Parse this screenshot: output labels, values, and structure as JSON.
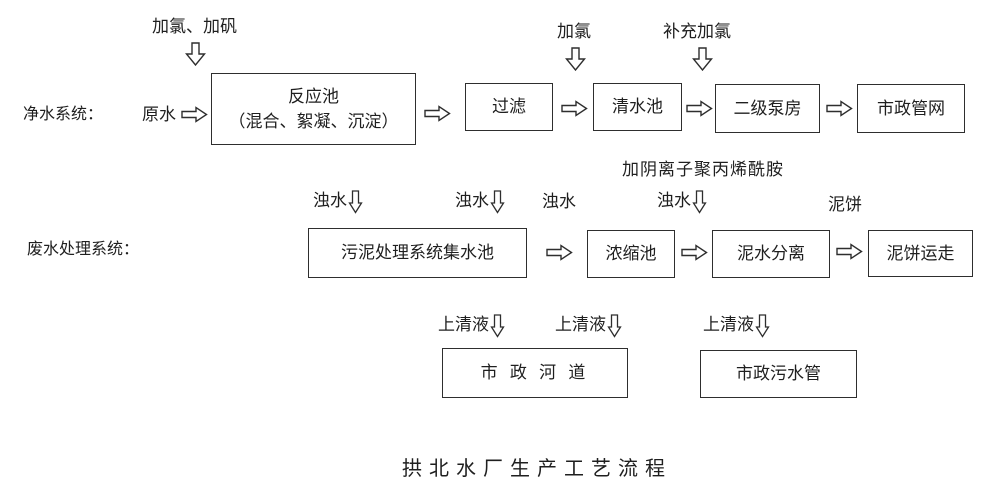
{
  "title": "拱北水厂生产工艺流程",
  "colors": {
    "ink": "#1f1f1f",
    "line": "#2e2e2e",
    "background": "#ffffff"
  },
  "purification": {
    "row_label": "净水系统：",
    "raw_water_label": "原水",
    "dosing_labels": [
      "加氯、加矾",
      "加氯",
      "补充加氯"
    ],
    "boxes": {
      "reaction_pool_line1": "反应池",
      "reaction_pool_line2": "（混合、絮凝、沉淀）",
      "filter": "过滤",
      "clear_water_pool": "清水池",
      "secondary_pump_house": "二级泵房",
      "municipal_pipe_network": "市政管网"
    }
  },
  "wastewater": {
    "row_label": "废水处理系统：",
    "dosing_label": "加阴离子聚丙烯酰胺",
    "turbid_water_labels": [
      "浊水",
      "浊水",
      "浊水",
      "浊水"
    ],
    "mud_cake_label": "泥饼",
    "boxes": {
      "sludge_collection_pool": "污泥处理系统集水池",
      "thickening_pool": "浓缩池",
      "mud_water_separation": "泥水分离",
      "mud_cake_removal": "泥饼运走"
    }
  },
  "supernatant": {
    "labels": [
      "上清液",
      "上清液",
      "上清液"
    ],
    "boxes": {
      "municipal_river": "市 政 河 道",
      "municipal_sewer": "市政污水管"
    }
  }
}
